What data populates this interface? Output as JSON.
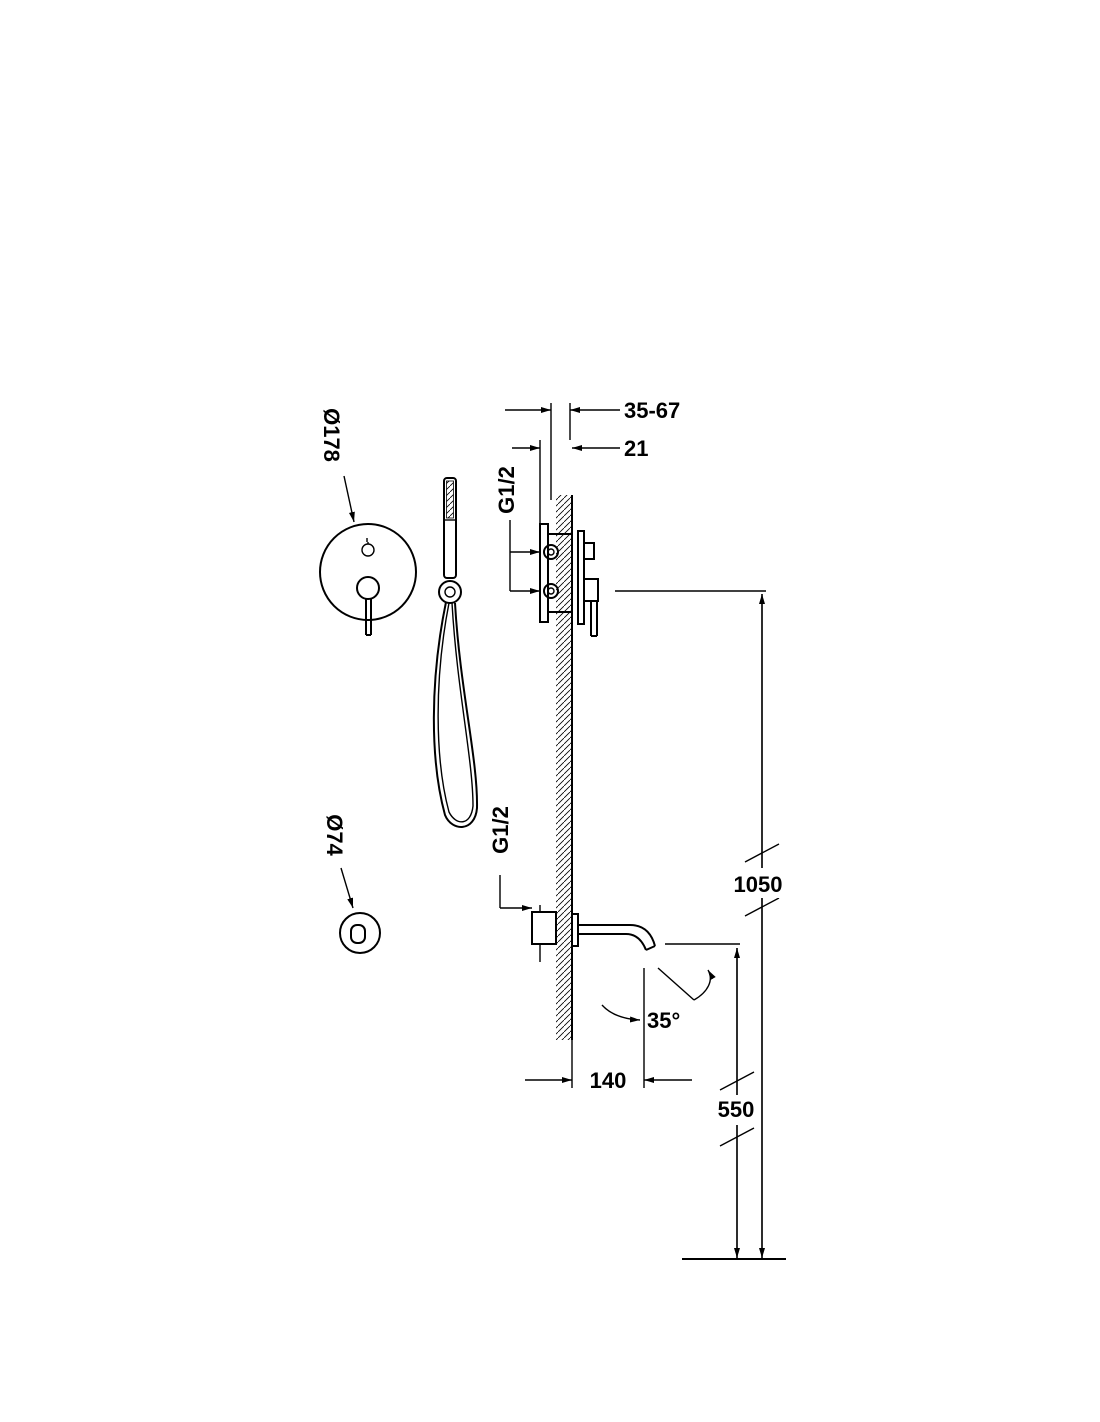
{
  "dimensions": {
    "wall_depth": "35-67",
    "plate_offset": "21",
    "inlet_thread_mixer": "G1/2",
    "inlet_thread_spout": "G1/2",
    "plate_diameter": "Ø178",
    "spout_plate_diameter": "Ø74",
    "mixer_height": "1050",
    "spout_height": "550",
    "spout_projection": "140",
    "spout_angle": "35°"
  },
  "colors": {
    "line": "#000000",
    "background": "#ffffff"
  }
}
